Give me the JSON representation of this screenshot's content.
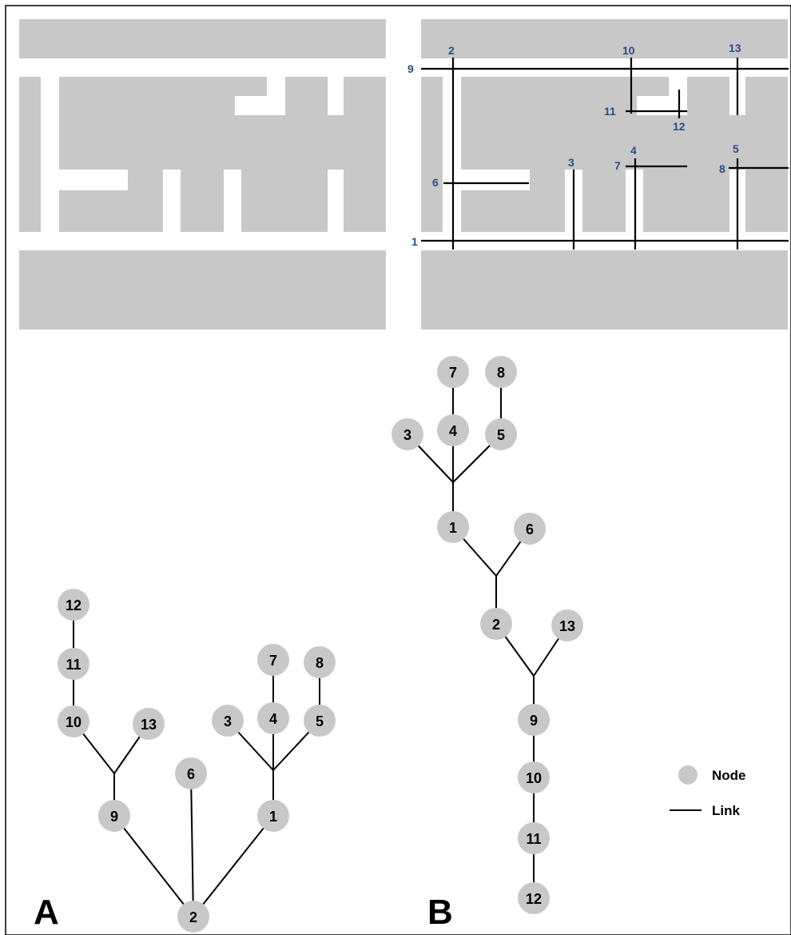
{
  "panel_labels": {
    "a": "A",
    "b": "B"
  },
  "legend": {
    "node": "Node",
    "link": "Link"
  },
  "map_labels": [
    "1",
    "2",
    "3",
    "4",
    "5",
    "6",
    "7",
    "8",
    "9",
    "10",
    "11",
    "12",
    "13"
  ],
  "graph_a": {
    "nodes": [
      "12",
      "11",
      "10",
      "13",
      "9",
      "6",
      "2",
      "7",
      "8",
      "3",
      "4",
      "5",
      "1"
    ],
    "links": [
      [
        "12",
        "11"
      ],
      [
        "11",
        "10"
      ],
      [
        "10",
        "j9"
      ],
      [
        "13",
        "j9"
      ],
      [
        "j9",
        "9"
      ],
      [
        "9",
        "2"
      ],
      [
        "6",
        "2"
      ],
      [
        "1",
        "2"
      ],
      [
        "1",
        "j1"
      ],
      [
        "3",
        "j1"
      ],
      [
        "4",
        "j1"
      ],
      [
        "5",
        "j1"
      ],
      [
        "7",
        "4"
      ],
      [
        "8",
        "5"
      ]
    ]
  },
  "graph_b": {
    "nodes": [
      "7",
      "8",
      "3",
      "4",
      "5",
      "1",
      "6",
      "2",
      "13",
      "9",
      "10",
      "11",
      "12"
    ],
    "links": [
      [
        "7",
        "4"
      ],
      [
        "8",
        "5"
      ],
      [
        "3",
        "j1"
      ],
      [
        "4",
        "j1"
      ],
      [
        "5",
        "j1"
      ],
      [
        "j1",
        "1"
      ],
      [
        "1",
        "j2"
      ],
      [
        "6",
        "j2"
      ],
      [
        "j2",
        "2"
      ],
      [
        "2",
        "j3"
      ],
      [
        "13",
        "j3"
      ],
      [
        "j3",
        "9"
      ],
      [
        "9",
        "10"
      ],
      [
        "10",
        "11"
      ],
      [
        "11",
        "12"
      ]
    ]
  }
}
